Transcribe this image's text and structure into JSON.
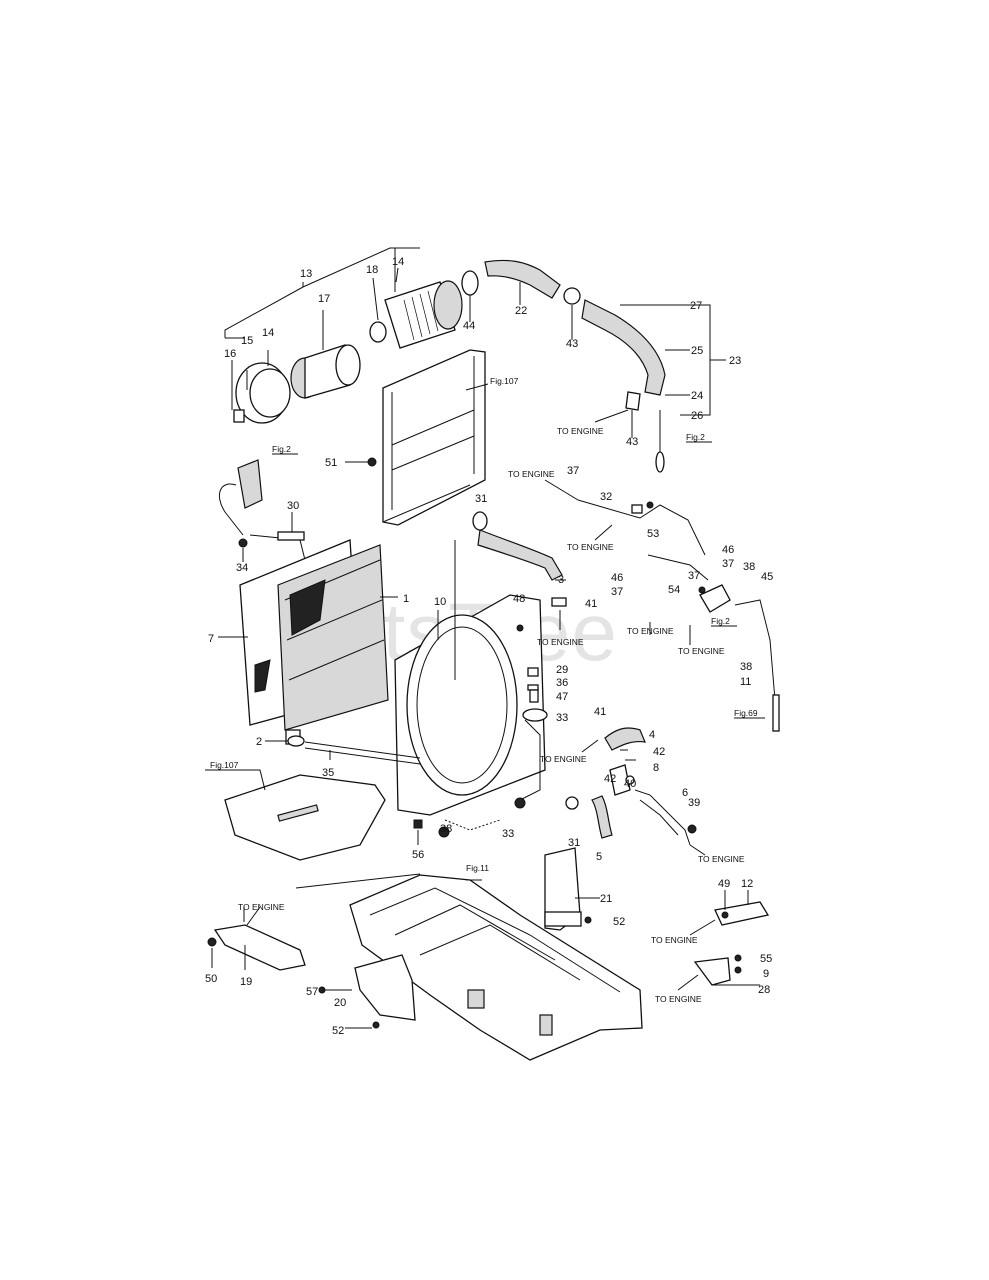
{
  "watermark": "PartsTree",
  "callouts": {
    "n1": "1",
    "n2": "2",
    "n3": "3",
    "n4": "4",
    "n5": "5",
    "n6": "6",
    "n7": "7",
    "n8": "8",
    "n9": "9",
    "n10": "10",
    "n11": "11",
    "n12": "12",
    "n13": "13",
    "n14a": "14",
    "n14b": "14",
    "n15": "15",
    "n16": "16",
    "n17": "17",
    "n18": "18",
    "n19": "19",
    "n20": "20",
    "n21": "21",
    "n22": "22",
    "n23": "23",
    "n24": "24",
    "n25": "25",
    "n26": "26",
    "n27": "27",
    "n28": "28",
    "n29": "29",
    "n30": "30",
    "n31a": "31",
    "n31b": "31",
    "n32": "32",
    "n33a": "33",
    "n33b": "33",
    "n34": "34",
    "n35": "35",
    "n36": "36",
    "n37a": "37",
    "n37b": "37",
    "n37c": "37",
    "n37d": "37",
    "n38a": "38",
    "n38b": "38",
    "n38c": "38",
    "n39": "39",
    "n40": "40",
    "n41a": "41",
    "n41b": "41",
    "n42a": "42",
    "n42b": "42",
    "n43a": "43",
    "n43b": "43",
    "n44": "44",
    "n45": "45",
    "n46a": "46",
    "n46b": "46",
    "n47": "47",
    "n48": "48",
    "n49": "49",
    "n50": "50",
    "n51": "51",
    "n52a": "52",
    "n52b": "52",
    "n53": "53",
    "n54": "54",
    "n55": "55",
    "n56": "56",
    "n57": "57"
  },
  "refs": {
    "fig107a": "Fig.107",
    "fig107b": "Fig.107",
    "fig2a": "Fig.2",
    "fig2b": "Fig.2",
    "fig2c": "Fig.2",
    "fig11": "Fig.11",
    "fig69": "Fig.69"
  },
  "to_engine": "TO ENGINE"
}
